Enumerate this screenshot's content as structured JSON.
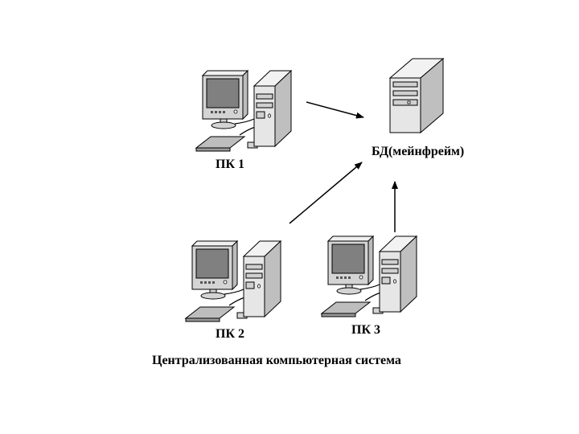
{
  "nodes": {
    "pc1": {
      "label": "ПК 1",
      "icon": "desktop-computer-icon"
    },
    "pc2": {
      "label": "ПК 2",
      "icon": "desktop-computer-icon"
    },
    "pc3": {
      "label": "ПК 3",
      "icon": "desktop-computer-icon"
    },
    "mainframe": {
      "label": "БД(мейнфрейм)",
      "icon": "server-tower-icon"
    }
  },
  "edges": [
    {
      "from": "pc1",
      "to": "mainframe"
    },
    {
      "from": "pc2",
      "to": "mainframe"
    },
    {
      "from": "pc3",
      "to": "mainframe"
    }
  ],
  "caption": "Централизованная компьютерная система",
  "colors": {
    "screen": "#808080",
    "frame": "#d4d4d4",
    "tower_front": "#e6e6e6",
    "tower_side": "#bfbfbf",
    "tower_top": "#f2f2f2",
    "outline": "#000000",
    "arrow": "#000000"
  }
}
